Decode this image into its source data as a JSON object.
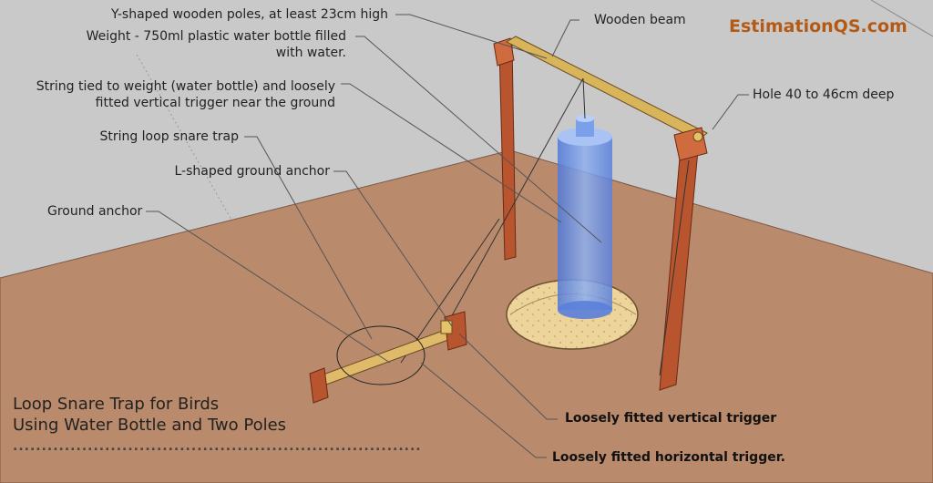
{
  "brand": "EstimationQS.com",
  "labels": {
    "y_poles": "Y-shaped wooden poles, at least 23cm high",
    "weight_line1": "Weight - 750ml plastic water bottle filled",
    "weight_line2": "with water.",
    "string_line1": "String tied to weight (water bottle) and loosely",
    "string_line2": "fitted vertical trigger near the ground",
    "loop_snare": "String loop snare trap",
    "l_anchor": "L-shaped ground anchor",
    "ground_anchor": "Ground anchor",
    "wooden_beam": "Wooden beam",
    "hole": "Hole 40 to 46cm deep",
    "vertical_trigger": "Loosely fitted vertical trigger",
    "horizontal_trigger": "Loosely fitted horizontal trigger."
  },
  "title": {
    "line1": "Loop Snare Trap for Birds",
    "line2": "Using Water Bottle and Two Poles",
    "dots": "......................................................................."
  },
  "colors": {
    "background": "#c9c9c9",
    "ground": "#b98a6b",
    "wood": "#b8552f",
    "beam": "#d8b45a",
    "bottle": "#6f97e6",
    "brand": "#b45a14"
  }
}
